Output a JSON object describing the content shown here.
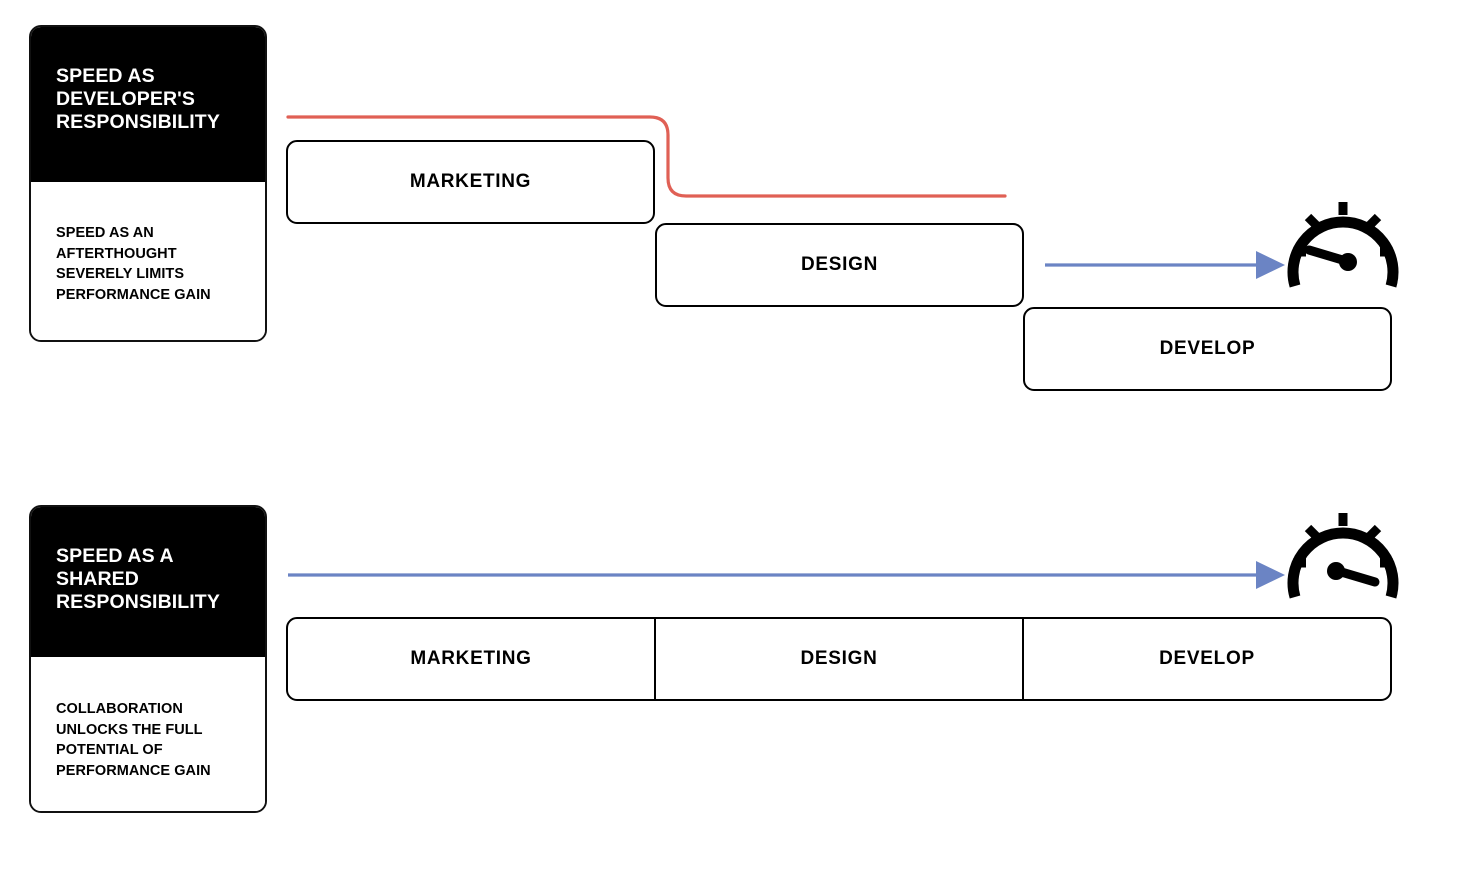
{
  "diagram": {
    "title_top": "SPEED AS DEVELOPER'S RESPONSIBILITY",
    "title_bottom": "SPEED AS A SHARED RESPONSIBILITY"
  },
  "cards": [
    {
      "heading": "SPEED AS\nDEVELOPER'S\nRESPONSIBILITY",
      "body": "SPEED AS AN\nAFTERTHOUGHT\nSEVERELY LIMITS\nPERFORMANCE GAIN"
    },
    {
      "heading": "SPEED AS A\nSHARED\nRESPONSIBILITY",
      "body": "COLLABORATION\nUNLOCKS THE FULL\nPOTENTIAL OF\nPERFORMANCE GAIN"
    }
  ],
  "top_row": {
    "boxes": [
      {
        "label": "MARKETING"
      },
      {
        "label": "DESIGN"
      },
      {
        "label": "DEVELOP"
      }
    ]
  },
  "bottom_row": {
    "boxes": [
      {
        "label": "MARKETING"
      },
      {
        "label": "DESIGN"
      },
      {
        "label": "DEVELOP"
      }
    ]
  },
  "connectors": {
    "red_step_line": {
      "color": "#E06055",
      "meaning": "speed-drops-after-marketing"
    },
    "blue_arrow_top": {
      "color": "#6B84C4",
      "meaning": "short-arrow-to-gauge"
    },
    "blue_arrow_bottom": {
      "color": "#6B84C4",
      "meaning": "full-width-arrow-to-gauge"
    }
  },
  "gauges": [
    {
      "name": "gauge-slow",
      "needle": "left",
      "color": "#000000"
    },
    {
      "name": "gauge-fast",
      "needle": "right",
      "color": "#000000"
    }
  ],
  "colors": {
    "black": "#000000",
    "white": "#ffffff",
    "red": "#E06055",
    "blue": "#6B84C4"
  }
}
